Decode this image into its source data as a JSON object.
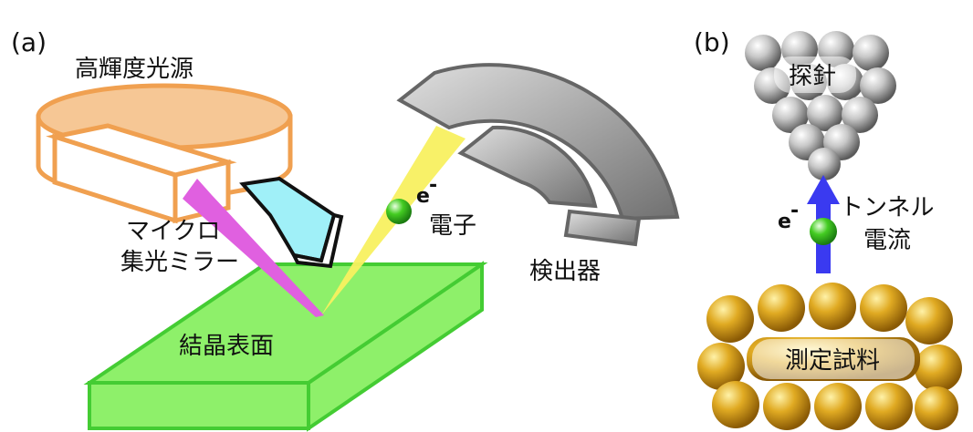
{
  "panel_a": {
    "label": "(a)",
    "light_source": "高輝度光源",
    "micro_mirror_line1": "マイクロ",
    "micro_mirror_line2": "集光ミラー",
    "electron_symbol": "e",
    "electron_sup": "-",
    "electron": "電子",
    "detector": "検出器",
    "crystal_surface": "結晶表面"
  },
  "panel_b": {
    "label": "(b)",
    "probe": "探針",
    "electron_symbol": "e",
    "electron_sup": "-",
    "tunnel_line1": "トンネル",
    "tunnel_line2": "電流",
    "sample": "測定試料"
  },
  "colors": {
    "source_orange": "#f0a050",
    "source_fill": "#f6c795",
    "crystal_green": "#8ef06a",
    "crystal_edge": "#44cc33",
    "beam_yellow": "#f8f060",
    "magenta_beam": "#e060e0",
    "mirror_cyan": "#a0f0f8",
    "detector_gray": "#9a9a9a",
    "arrow_blue": "#3a3af0",
    "electron_green": "#33cc22",
    "gold": "#d7a020",
    "probe_gray": "#b8b8b8"
  }
}
